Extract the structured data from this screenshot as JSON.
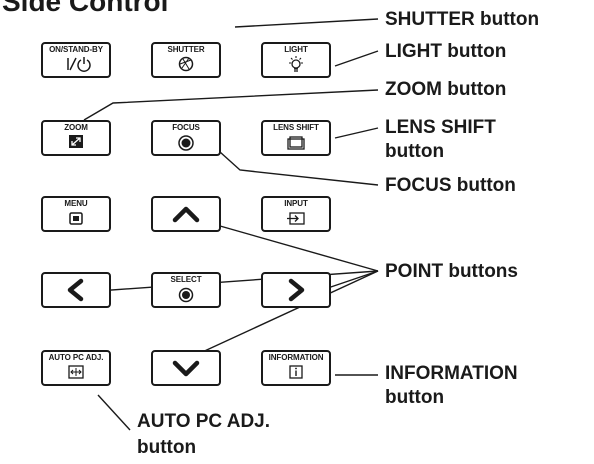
{
  "title": "Side Control",
  "buttons": {
    "on_standby": {
      "label": "ON/STAND-BY",
      "icon": "power-icon"
    },
    "shutter": {
      "label": "SHUTTER",
      "icon": "shutter-icon"
    },
    "light": {
      "label": "LIGHT",
      "icon": "light-icon"
    },
    "zoom": {
      "label": "ZOOM",
      "icon": "zoom-icon"
    },
    "focus": {
      "label": "FOCUS",
      "icon": "focus-icon"
    },
    "lens_shift": {
      "label": "LENS SHIFT",
      "icon": "lens-shift-icon"
    },
    "menu": {
      "label": "MENU",
      "icon": "menu-icon"
    },
    "up": {
      "label": "",
      "icon": "arrow-up-icon"
    },
    "input": {
      "label": "INPUT",
      "icon": "input-icon"
    },
    "left": {
      "label": "",
      "icon": "arrow-left-icon"
    },
    "select": {
      "label": "SELECT",
      "icon": "select-icon"
    },
    "right": {
      "label": "",
      "icon": "arrow-right-icon"
    },
    "auto_pc_adj": {
      "label": "AUTO PC ADJ.",
      "icon": "auto-pc-adj-icon"
    },
    "down": {
      "label": "",
      "icon": "arrow-down-icon"
    },
    "information": {
      "label": "INFORMATION",
      "icon": "info-icon"
    }
  },
  "callouts": {
    "shutter": "SHUTTER button",
    "light": "LIGHT button",
    "zoom": "ZOOM button",
    "lens_shift_1": "LENS SHIFT",
    "lens_shift_2": "button",
    "focus": "FOCUS button",
    "point": "POINT buttons",
    "information_1": "INFORMATION",
    "information_2": "button",
    "auto_pc_adj_1": "AUTO PC ADJ.",
    "auto_pc_adj_2": "button"
  }
}
